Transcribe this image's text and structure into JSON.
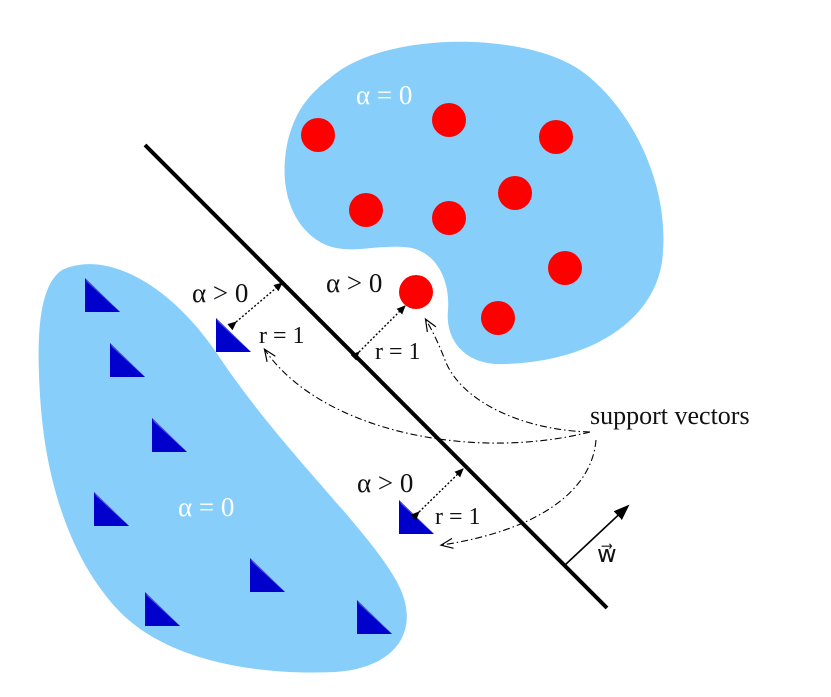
{
  "labels": {
    "alpha_zero_top": "α = 0",
    "alpha_zero_bottom": "α = 0",
    "alpha_pos_left": "α > 0",
    "alpha_pos_mid": "α > 0",
    "alpha_pos_bottom": "α > 0",
    "r_left": "r = 1",
    "r_mid": "r = 1",
    "r_bottom": "r = 1",
    "support_vectors": "support vectors",
    "w_vector": "w⃗"
  },
  "colors": {
    "region_fill": "#87cefa",
    "circle_fill": "#ff0000",
    "triangle_fill": "#0000cc",
    "triangle_edge": "#4a4ae0",
    "line": "#000000"
  },
  "icons": {
    "class_a_marker": "red-circle",
    "class_b_marker": "blue-triangle"
  }
}
